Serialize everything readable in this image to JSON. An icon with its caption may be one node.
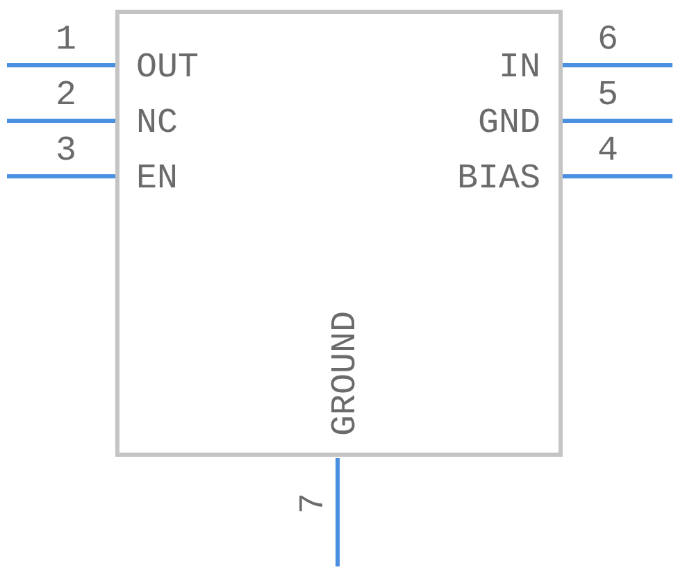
{
  "diagram": {
    "nodes": [
      {
        "text": [
          "OUT",
          "NC",
          "EN",
          "IN",
          "GND",
          "BIAS",
          "GROUND"
        ]
      }
    ],
    "labels": [
      "1",
      "6",
      "2",
      "5",
      "3",
      "4",
      "7"
    ]
  }
}
